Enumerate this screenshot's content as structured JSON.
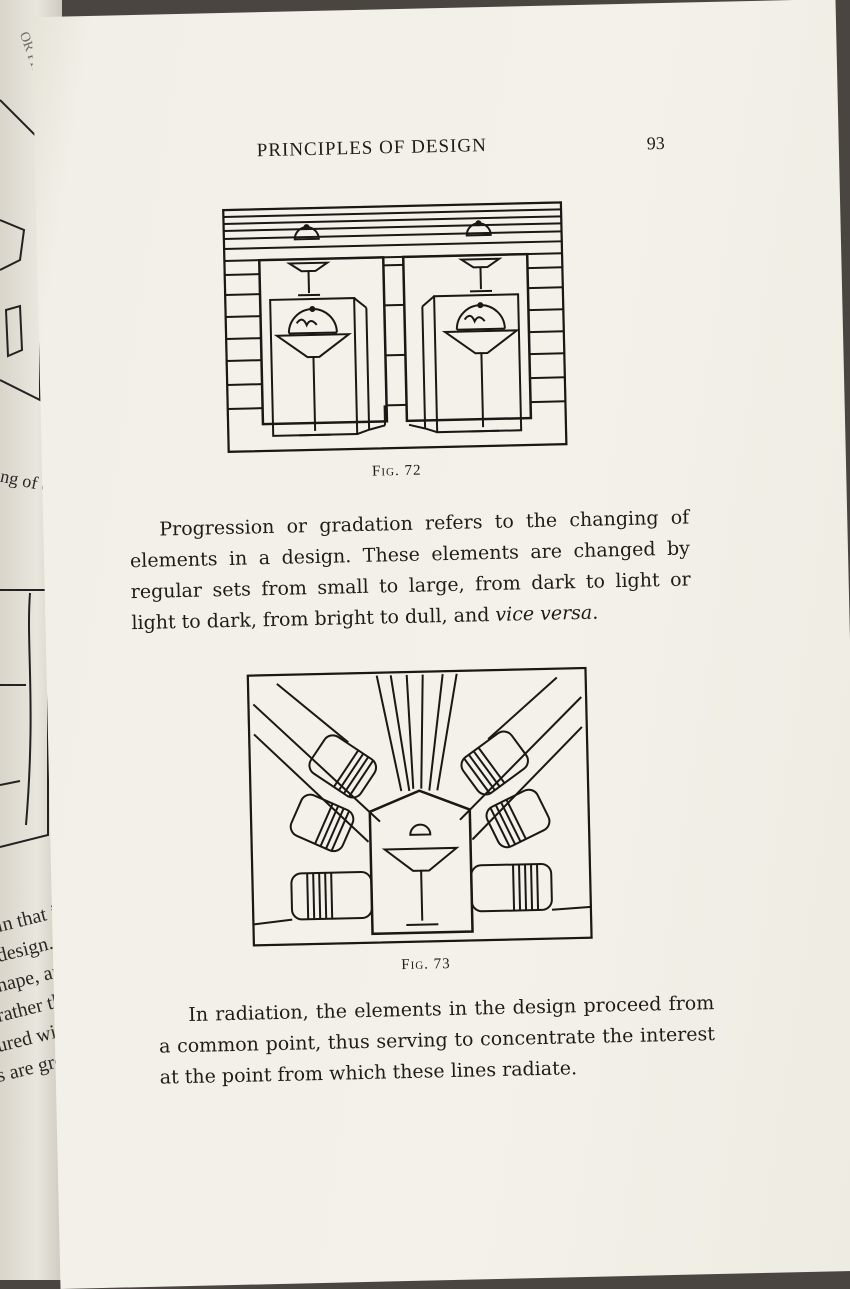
{
  "page": {
    "running_head": "PRINCIPLES OF DESIGN",
    "page_number": "93"
  },
  "figures": {
    "fig72": {
      "caption": "Fig. 72"
    },
    "fig73": {
      "caption": "Fig. 73"
    }
  },
  "paragraphs": {
    "progression": {
      "text": "Progression or gradation refers to the changing of elements in a design.  These elements are changed by regular sets from small to large, from dark to light or light to dark, from bright to dull, and ",
      "italic": "vice versa",
      "end": "."
    },
    "radiation": {
      "text": "In radiation, the elements in the design proceed from a common point, thus serving to concentrate the interest at the point from which these lines radiate."
    }
  },
  "left_page_fragments": [
    "OR PRINT",
    "ng of elem",
    "in that it is",
    "design. Th",
    "hape, and co",
    "rather than",
    "ured with ti",
    "s are group"
  ]
}
